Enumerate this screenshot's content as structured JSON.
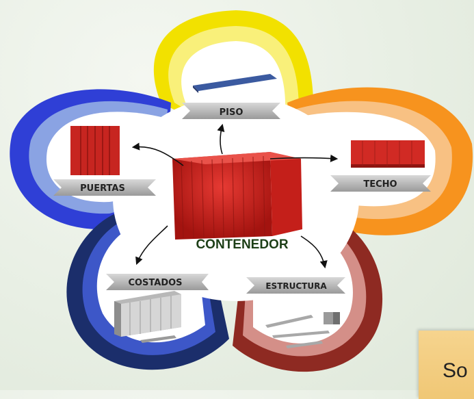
{
  "center_label": "CONTENEDOR",
  "nodes": {
    "piso": "PISO",
    "techo": "TECHO",
    "puertas": "PUERTAS",
    "costados": "COSTADOS",
    "estructura": "ESTRUCTURA"
  },
  "petal_colors": {
    "piso": "#f2e100",
    "techo": "#f7931e",
    "puertas": "#2f3fd6",
    "costados": "#1b2e6b",
    "estructura": "#8e2a22"
  },
  "corner_text": "So"
}
